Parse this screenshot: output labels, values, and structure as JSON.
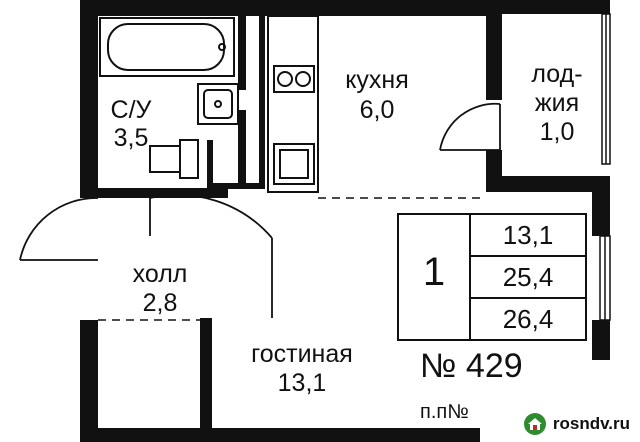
{
  "rooms": {
    "bathroom": {
      "name": "С/У",
      "area": "3,5"
    },
    "kitchen": {
      "name": "кухня",
      "area": "6,0"
    },
    "loggia": {
      "name_line1": "лод-",
      "name_line2": "жия",
      "area": "1,0"
    },
    "hall": {
      "name": "холл",
      "area": "2,8"
    },
    "living": {
      "name": "гостиная",
      "area": "13,1"
    }
  },
  "info_table": {
    "rooms_count": "1",
    "living_area": "13,1",
    "total_area": "25,4",
    "total_area_with_loggia": "26,4"
  },
  "apartment": {
    "number_label": "№ 429",
    "sub_label": "п.п№"
  },
  "watermark": {
    "text": "rosndv.ru",
    "icon": "house-logo-icon"
  },
  "colors": {
    "wall": "#111111",
    "line": "#111111",
    "background": "#ffffff",
    "logo_green": "#2e8b2e",
    "logo_red": "#c62828"
  }
}
